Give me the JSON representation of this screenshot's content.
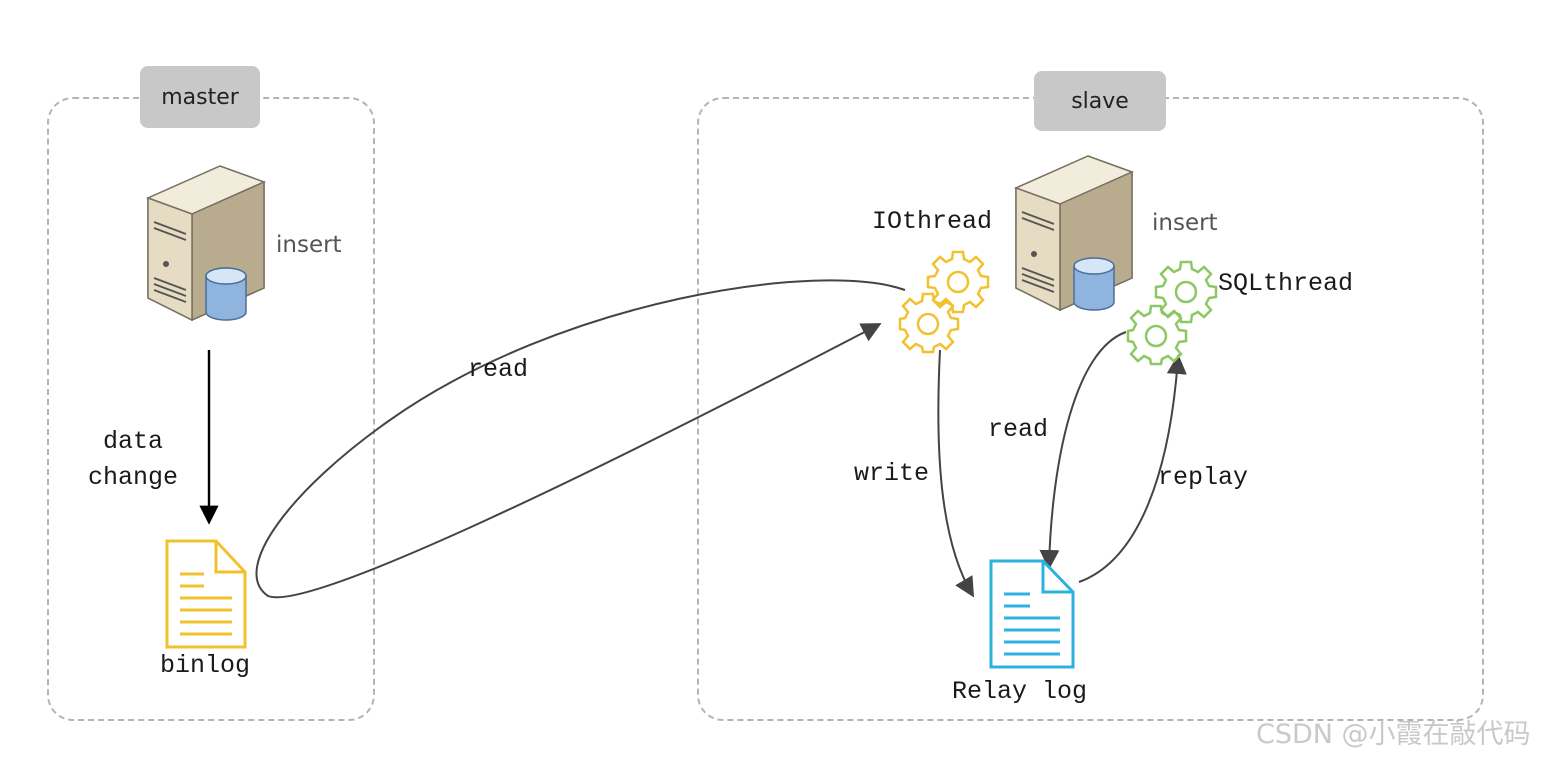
{
  "master": {
    "tag": "master",
    "insert_label": "insert",
    "data_change_label": "data\nchange",
    "binlog_label": "binlog"
  },
  "slave": {
    "tag": "slave",
    "insert_label": "insert",
    "io_thread_label": "IOthread",
    "sql_thread_label": "SQLthread",
    "write_label": "write",
    "read_label": "read",
    "replay_label": "replay",
    "relay_log_label": "Relay log"
  },
  "flow": {
    "read_label": "read"
  },
  "watermark": "CSDN @小霞在敲代码",
  "colors": {
    "dashed_border": "#b4b4b4",
    "tag_bg": "#c8c8c8",
    "binlog_doc": "#f2c12e",
    "relay_doc": "#2cb2e0",
    "io_gear": "#f2c12e",
    "sql_gear": "#8cc863",
    "arrow": "#444444"
  },
  "icons": {
    "master_server": "server-database-icon",
    "slave_server": "server-database-icon",
    "binlog": "document-icon",
    "relay_log": "document-icon",
    "io_thread": "gear-icon",
    "sql_thread": "gear-icon"
  }
}
